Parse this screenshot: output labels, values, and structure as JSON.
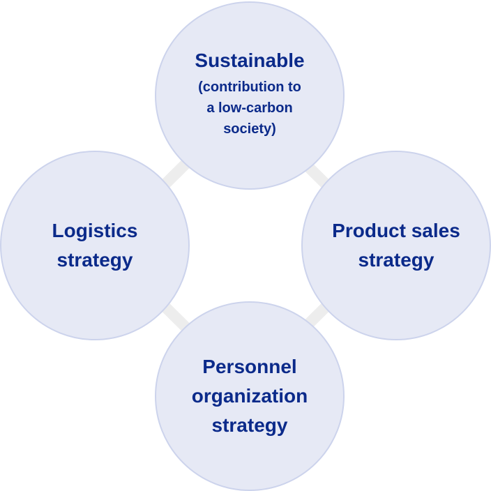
{
  "colors": {
    "circle_fill": "#e6e9f5",
    "circle_border": "#ccd3ec",
    "text": "#0b2a8a",
    "connector": "#ededed"
  },
  "nodes": {
    "top": {
      "title": "Sustainable",
      "subtitle": " (contribution to\na low-carbon\nsociety)"
    },
    "left": {
      "title": "Logistics\nstrategy"
    },
    "right": {
      "title": "Product sales\nstrategy"
    },
    "bottom": {
      "title": "Personnel\norganization\nstrategy"
    }
  }
}
